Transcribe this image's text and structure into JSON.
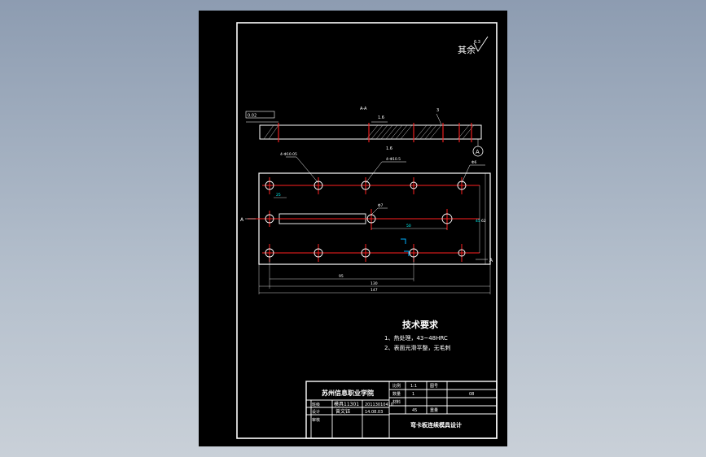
{
  "drawing": {
    "roughness_note": "其余",
    "roughness_value": "6.3",
    "section_label_top": "A-A",
    "view_marker": "A",
    "section_arrow_left": "A",
    "section_arrow_right": "A",
    "tolerance_frame": "0.02",
    "tolerance_ref": "A",
    "roughness_top1": "1.6",
    "roughness_top2": "3",
    "roughness_bottom": "1.6",
    "hole_callouts": [
      "4-Φ10.05",
      "4-Φ10.5",
      "Φ6"
    ],
    "tiny_note": "Φ7",
    "dimensions": {
      "small_left": "25",
      "inner_width": "50",
      "height_inner": "45",
      "height_outer": "62",
      "bottom_1": "95",
      "bottom_2": "130",
      "bottom_overall": "147"
    }
  },
  "requirements": {
    "title": "技术要求",
    "items": [
      "1、热处理，43~48HRC",
      "2、表面光滑平整，无毛刺"
    ]
  },
  "title_block": {
    "school": "苏州信息职业学院",
    "cls": "模具11301",
    "student_id": "20113010410",
    "name": "曾文钰",
    "date": "14.08.03",
    "design_label": "设计",
    "review_label": "审核",
    "class_label": "班级",
    "scale_label": "比例",
    "scale_value": "1:1",
    "qty_label": "数量",
    "qty_value": "1",
    "material": "45",
    "sheet_label": "材料",
    "weight_label": "重量",
    "code_label": "图号",
    "code_value": "08",
    "part_name": "弯卡板连续模具设计"
  }
}
